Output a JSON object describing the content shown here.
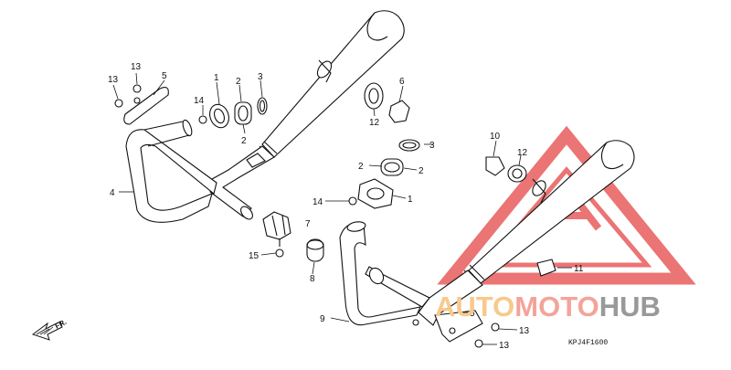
{
  "diagram": {
    "diagram_code": "KPJ4F1600",
    "direction_label": "FR.",
    "callouts": [
      "1",
      "2",
      "3",
      "4",
      "5",
      "6",
      "7",
      "8",
      "9",
      "10",
      "11",
      "12",
      "13",
      "14",
      "15"
    ]
  },
  "watermark": {
    "brand_part_a": "AUTO",
    "brand_part_b": "MOTO",
    "brand_part_c": "HUB",
    "colors": {
      "auto": "#f7c98c",
      "moto": "#f3a49a",
      "hub": "#999999",
      "triangle": "#e85c5c"
    }
  }
}
